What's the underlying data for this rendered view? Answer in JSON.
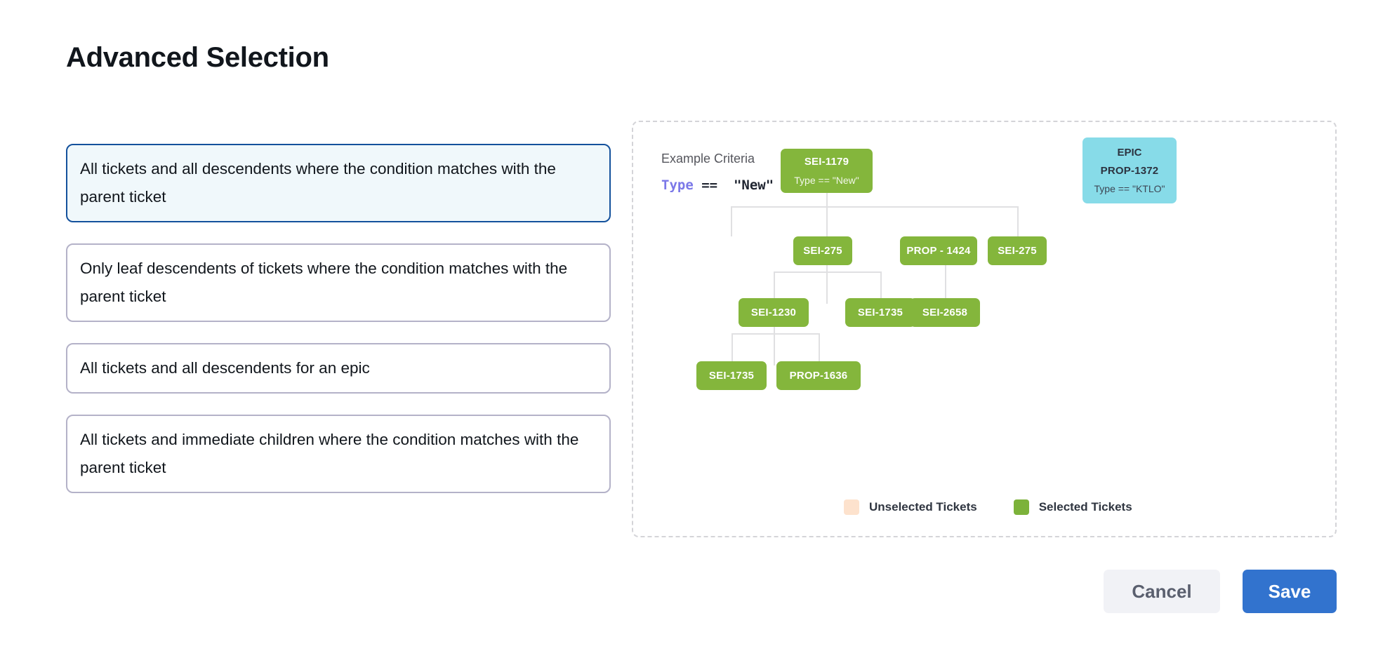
{
  "header": {
    "title": "Advanced Selection"
  },
  "options": {
    "items": [
      {
        "label": "All tickets and all descendents where the condition matches with the parent ticket",
        "selected": true,
        "lines": 2
      },
      {
        "label": "Only leaf descendents of tickets where the condition matches with the parent ticket",
        "selected": false,
        "lines": 2
      },
      {
        "label": "All tickets and all descendents for an epic",
        "selected": false,
        "lines": 1
      },
      {
        "label": "All tickets and immediate children where the condition matches with the parent ticket",
        "selected": false,
        "lines": 2
      }
    ]
  },
  "diagram": {
    "criteria_label": "Example Criteria",
    "criteria_keyword": "Type",
    "criteria_rest": " ==  \"New\"",
    "nodes": [
      {
        "id": "root",
        "label": "SEI-1179",
        "sub": "Type == \"New\"",
        "color": "green"
      },
      {
        "id": "epic",
        "title": "EPIC",
        "label": "PROP-1372",
        "sub": "Type == \"KTLO\"",
        "color": "epic"
      },
      {
        "id": "r2a",
        "label": "SEI-275",
        "color": "green"
      },
      {
        "id": "r2b",
        "label": "PROP - 1424",
        "color": "green"
      },
      {
        "id": "r2c",
        "label": "SEI-275",
        "color": "green"
      },
      {
        "id": "r3a",
        "label": "SEI-1230",
        "color": "green"
      },
      {
        "id": "r3b",
        "label": "SEI-1735",
        "color": "green"
      },
      {
        "id": "r3c",
        "label": "SEI-2658",
        "color": "green"
      },
      {
        "id": "r4a",
        "label": "SEI-1735",
        "color": "green"
      },
      {
        "id": "r4b",
        "label": "PROP-1636",
        "color": "green"
      }
    ],
    "legend": [
      {
        "label": "Unselected Tickets",
        "color": "#fde2cd"
      },
      {
        "label": "Selected Tickets",
        "color": "#7cb23a"
      }
    ]
  },
  "footer": {
    "cancel_label": "Cancel",
    "save_label": "Save"
  },
  "colors": {
    "selected_node": "#84b63c",
    "epic_node": "#87dbe8",
    "primary_button": "#3273ce",
    "selected_card_border": "#14519c",
    "selected_card_bg": "#f0f8fb",
    "card_border": "#b4b2c8",
    "keyword": "#7b78e8"
  }
}
